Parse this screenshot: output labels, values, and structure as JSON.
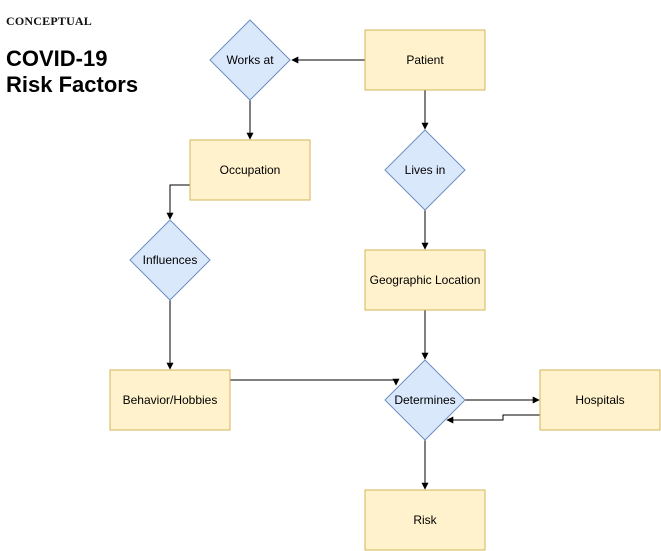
{
  "header": {
    "tag": "CONCEPTUAL",
    "title": "COVID-19\nRisk Factors"
  },
  "colors": {
    "entity_fill": "#fff2cc",
    "entity_stroke": "#d6b656",
    "relation_fill": "#dae8fc",
    "relation_stroke": "#6c8ebf",
    "edge": "#000000"
  },
  "nodes": {
    "patient": "Patient",
    "works_at": "Works at",
    "occupation": "Occupation",
    "influences": "Influences",
    "behavior_hobbies": "Behavior/Hobbies",
    "lives_in": "Lives in",
    "geographic_location": "Geographic Location",
    "determines": "Determines",
    "hospitals": "Hospitals",
    "risk": "Risk"
  }
}
